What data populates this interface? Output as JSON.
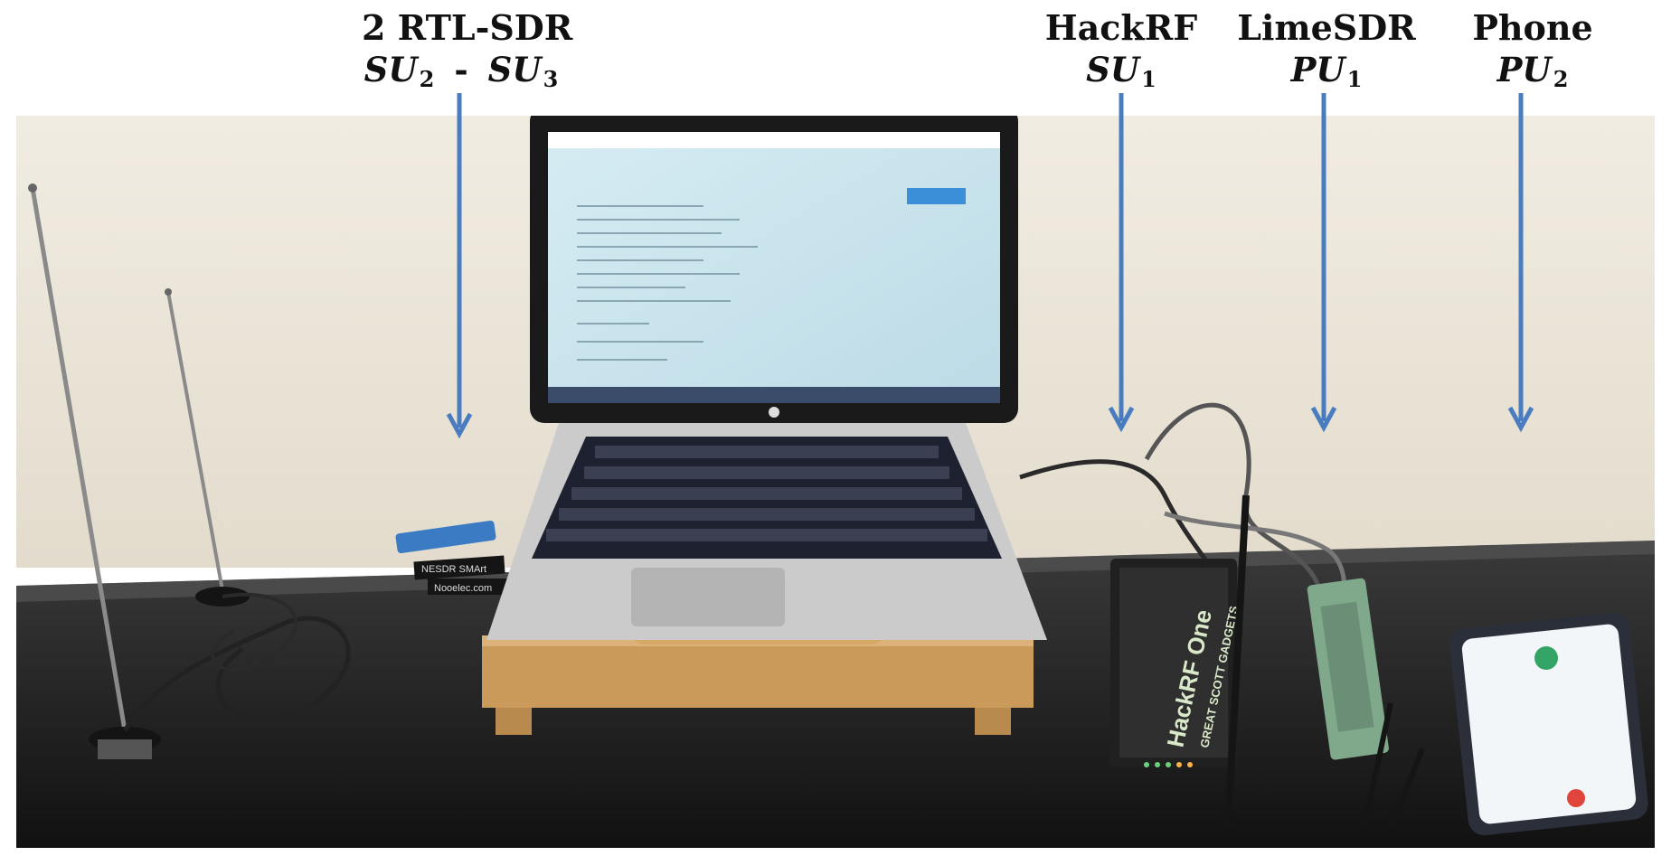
{
  "labels": {
    "rtl": {
      "name": "2 RTL-SDR",
      "sym_a": "SU",
      "sub_a": "2",
      "sep": "-",
      "sym_b": "SU",
      "sub_b": "3"
    },
    "hackrf": {
      "name": "HackRF",
      "sym": "SU",
      "sub": "1"
    },
    "limesdr": {
      "name": "LimeSDR",
      "sym": "PU",
      "sub": "1"
    },
    "phone": {
      "name": "Phone",
      "sym": "PU",
      "sub": "2"
    }
  },
  "photo": {
    "rtl_brand": "Nooelec.com",
    "rtl_model": "NESDR SMArt",
    "hackrf_text": "HackRF One",
    "hackrf_sub": "GREAT SCOTT GADGETS"
  },
  "colors": {
    "arrow": "#4a7cc0",
    "wall": "#ece5d8",
    "table": "#1c1c1c",
    "screen": "#cfe6ee",
    "laptop": "#c9c9c9",
    "stand": "#c89a5e"
  }
}
